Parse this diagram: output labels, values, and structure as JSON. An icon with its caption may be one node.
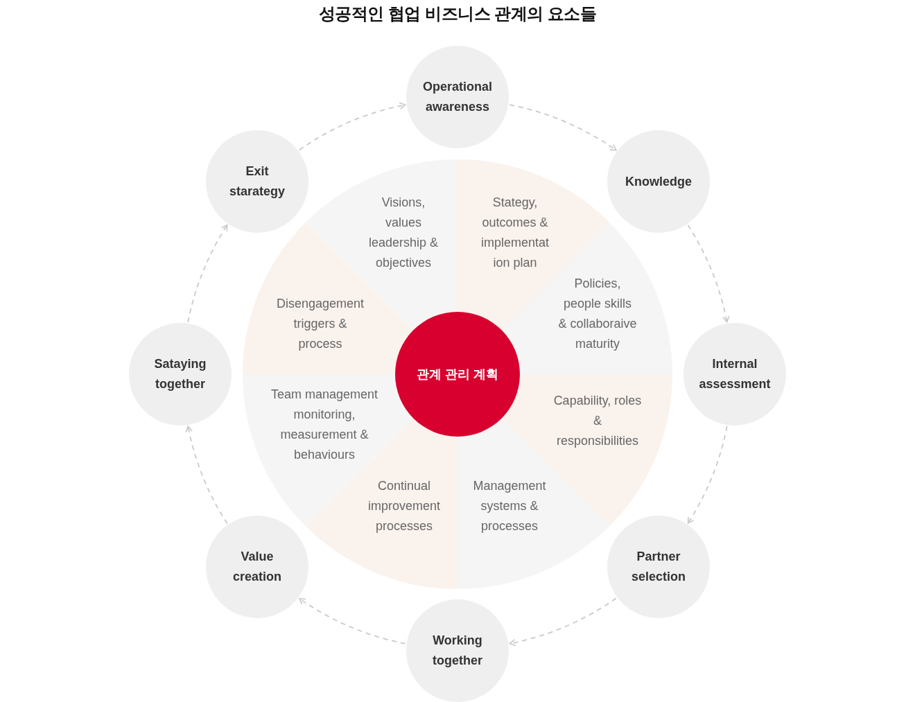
{
  "diagram": {
    "title": "성공적인 협업 비즈니스 관계의 요소들",
    "nodes": [
      {
        "text": [
          "Operational awareness"
        ]
      },
      {
        "text": [
          "Knowledge"
        ]
      },
      {
        "text": [
          "Internal assessment"
        ]
      },
      {
        "text": [
          "Partner selection"
        ]
      },
      {
        "text": [
          "Working together"
        ]
      },
      {
        "text": [
          "Value creation"
        ]
      },
      {
        "text": [
          "Sataying together"
        ]
      },
      {
        "text": [
          "Exit starategy"
        ]
      },
      {
        "text": [
          "관계 관리 계획"
        ]
      },
      {
        "text": [
          "Visions, values leadership & objectives"
        ]
      },
      {
        "text": [
          "Stategy, outcomes & implementation plan"
        ]
      },
      {
        "text": [
          "Policies, people skills & collaboraive maturity"
        ]
      },
      {
        "text": [
          "Capability, roles & responsibilities"
        ]
      },
      {
        "text": [
          "Management systems & processes"
        ]
      },
      {
        "text": [
          "Continual improvement processes"
        ]
      },
      {
        "text": [
          "Team management monitoring, measurement & behaviours"
        ]
      },
      {
        "text": [
          "Disengagement triggers & process"
        ]
      }
    ],
    "edges": [
      {
        "from": 0,
        "to": 1,
        "arrow": "to",
        "style": "dashed"
      },
      {
        "from": 1,
        "to": 2,
        "arrow": "to",
        "style": "dashed"
      },
      {
        "from": 2,
        "to": 3,
        "arrow": "to",
        "style": "dashed"
      },
      {
        "from": 3,
        "to": 4,
        "arrow": "to",
        "style": "dashed"
      },
      {
        "from": 4,
        "to": 5,
        "arrow": "to",
        "style": "dashed"
      },
      {
        "from": 5,
        "to": 6,
        "arrow": "to",
        "style": "dashed"
      },
      {
        "from": 6,
        "to": 7,
        "arrow": "to",
        "style": "dashed"
      },
      {
        "from": 7,
        "to": 0,
        "arrow": "to",
        "style": "dashed"
      }
    ]
  }
}
